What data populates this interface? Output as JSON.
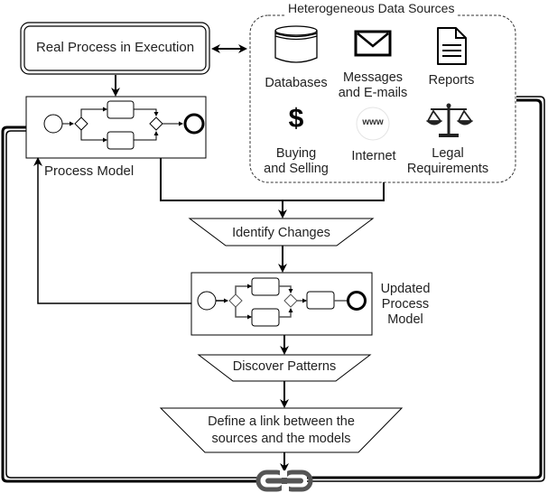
{
  "diagram": {
    "real_process": "Real Process in Execution",
    "process_model": "Process Model",
    "data_sources": {
      "title": "Heterogeneous Data Sources",
      "items": [
        {
          "icon": "database-icon",
          "label_lines": [
            "Databases"
          ]
        },
        {
          "icon": "envelope-icon",
          "label_lines": [
            "Messages",
            "and E-mails"
          ]
        },
        {
          "icon": "document-icon",
          "label_lines": [
            "Reports"
          ]
        },
        {
          "icon": "dollar-icon",
          "glyph": "$",
          "label_lines": [
            "Buying",
            "and Selling"
          ]
        },
        {
          "icon": "globe-www-icon",
          "glyph": "www",
          "label_lines": [
            "Internet"
          ]
        },
        {
          "icon": "scales-icon",
          "label_lines": [
            "Legal",
            "Requirements"
          ]
        }
      ]
    },
    "identify_changes": "Identify Changes",
    "updated_model_lines": [
      "Updated",
      "Process",
      "Model"
    ],
    "discover_patterns": "Discover Patterns",
    "define_link_lines": [
      "Define a link between the",
      "sources and the models"
    ],
    "link_icon": "chain-link-icon"
  }
}
